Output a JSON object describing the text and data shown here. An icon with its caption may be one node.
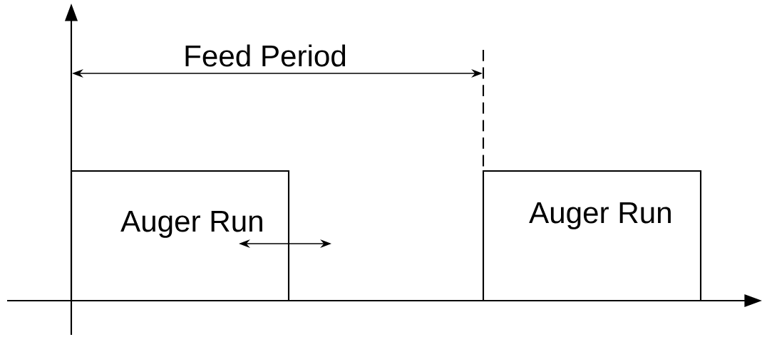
{
  "diagram": {
    "nodes": [
      {
        "text": [
          "Auger Run"
        ]
      },
      {
        "text": [
          "Auger Run"
        ]
      }
    ],
    "labels": [
      "Feed Period"
    ]
  }
}
